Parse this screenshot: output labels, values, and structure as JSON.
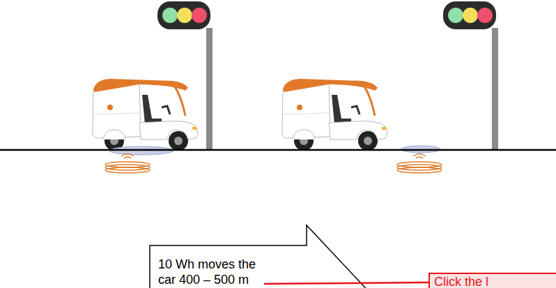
{
  "diagram": {
    "nodes": [
      {
        "text": [
          "10 Wh moves the car 400 – 500 m"
        ]
      },
      {
        "text": [
          "Click the l"
        ]
      }
    ],
    "edges": [
      {
        "from": 1,
        "to": 0,
        "arrow": "none"
      }
    ]
  }
}
